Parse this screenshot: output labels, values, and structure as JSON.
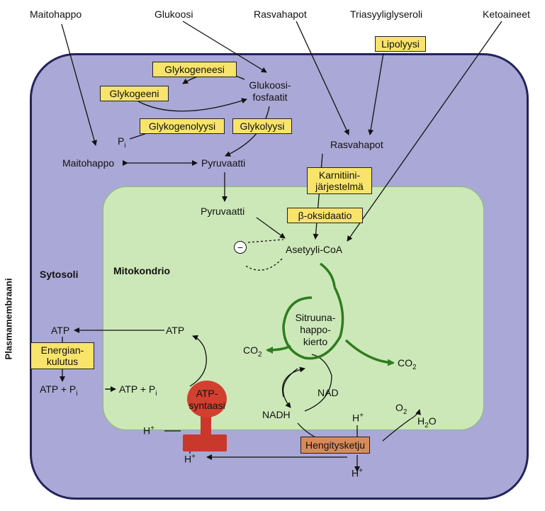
{
  "top_labels": {
    "lactate": "Maitohappo",
    "glucose": "Glukoosi",
    "fatty_acids": "Rasvahapot",
    "triglyceride": "Triasyyliglyseroli",
    "ketones": "Ketoaineet"
  },
  "boxes": {
    "lipolysis": "Lipolyysi",
    "glycogenesis": "Glykogeneesi",
    "glycogen": "Glykogeeni",
    "glycogenolysis": "Glykogenolyysi",
    "glycolysis": "Glykolyysi",
    "carnitine_1": "Karnitiini-",
    "carnitine_2": "järjestelmä",
    "beta_oxidation": "β-oksidaatio",
    "energy_use_1": "Energian-",
    "energy_use_2": "kulutus",
    "respiratory_chain": "Hengitysketju"
  },
  "labels": {
    "glucose_phosphates_1": "Glukoosi-",
    "glucose_phosphates_2": "fosfaatit",
    "pi": "P",
    "pi_sub": "i",
    "lactate_inner": "Maitohappo",
    "pyruvate": "Pyruvaatti",
    "pyruvate_mito": "Pyruvaatti",
    "fatty_acids_inner": "Rasvahapot",
    "acetyl_coa": "Asetyyli-CoA",
    "inhibition": "−",
    "cytosol": "Sytosoli",
    "mitochondrion": "Mitokondrio",
    "plasma_membrane": "Plasmamembraani",
    "citric_1": "Sitruuna-",
    "citric_2": "happo-",
    "citric_3": "kierto",
    "co2": "CO",
    "co2_sub": "2",
    "nad": "NAD",
    "nadh": "NADH",
    "h_plus": "H",
    "plus": "+",
    "o2": "O",
    "o2_sub": "2",
    "h2o_h": "H",
    "h2o_sub": "2",
    "h2o_o": "O",
    "atp": "ATP",
    "adp_pi": "ATP + P",
    "atp_synthase_1": "ATP-",
    "atp_synthase_2": "syntaasi"
  },
  "colors": {
    "cell_fill": "#aaa8d6",
    "cell_border": "#23235c",
    "mito_fill": "#cce8b8",
    "box_yellow": "#f8e46a",
    "box_orange": "#d98a5a",
    "atp_synthase": "#c8392b",
    "krebs_arrow": "#2e7d1e"
  }
}
